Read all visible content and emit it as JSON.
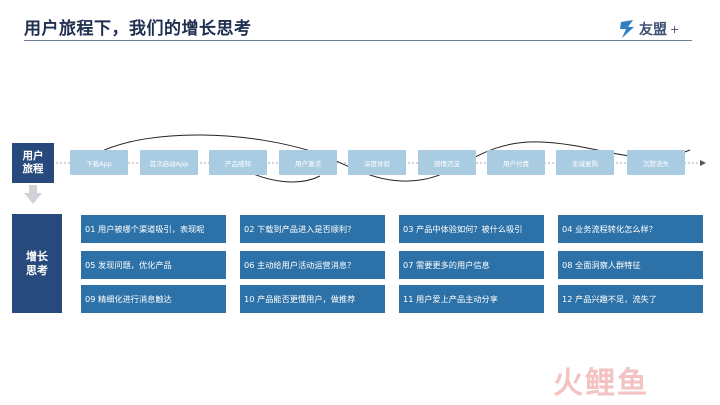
{
  "header": {
    "title": "用户旅程下，我们的增长思考"
  },
  "logo": {
    "name": "友盟",
    "suffix": "+",
    "icon": "umeng-logo-icon",
    "color": "#3d4f73"
  },
  "journey": {
    "label": "用户旅程",
    "stages": [
      "下载App",
      "首次启动App",
      "产品感知",
      "用户激活",
      "深度体验",
      "感情沉淀",
      "用户付费",
      "忠诚复购",
      "沉默流失"
    ]
  },
  "thinking": {
    "label": "增长思考",
    "items": [
      "01 用户被哪个渠道吸引，表现呢",
      "02 下载到产品进入是否顺利？",
      "03 产品中体验如何？被什么吸引",
      "04 业务流程转化怎么样？",
      "05 发现问题，优化产品",
      "06 主动给用户活动运营消息？",
      "07 需要更多的用户信息",
      "08 全面洞察人群特征",
      "09 精细化进行消息触达",
      "10 产品能否更懂用户，做推荐",
      "11 用户爱上产品主动分享",
      "12 产品兴趣不足，流失了"
    ]
  },
  "watermark": {
    "text": "火鲤鱼"
  },
  "colors": {
    "dark_blue": "#27497c",
    "cell_blue": "#2c72a8",
    "stage_blue": "#a9cce3"
  }
}
